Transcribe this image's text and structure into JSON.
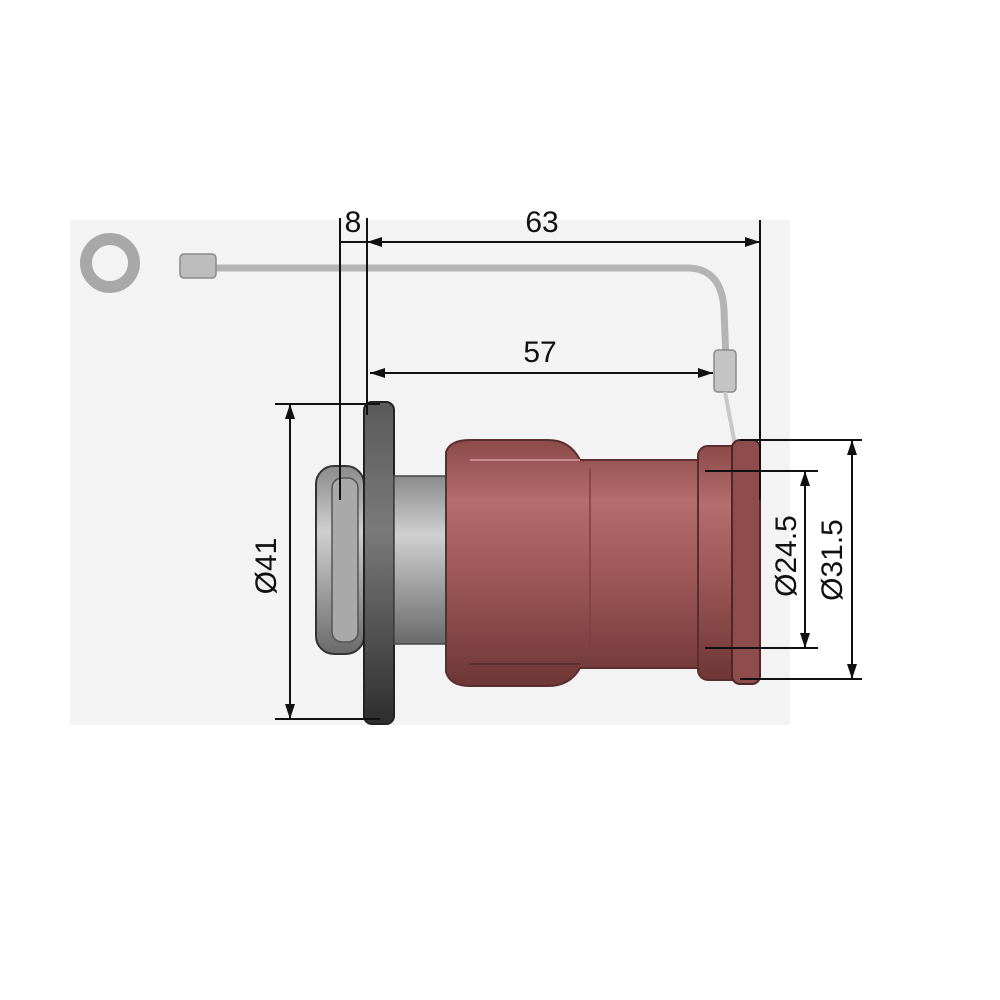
{
  "dimensions": {
    "flange_thickness": "8",
    "overall_length": "63",
    "body_length": "57",
    "flange_diameter": "Ø41",
    "inner_diameter": "Ø24.5",
    "outer_diameter": "Ø31.5"
  },
  "colors": {
    "body": "#a35a5a",
    "flange": "#4a4a4a",
    "stem": "#9a9a9a",
    "cord": "#b0b0b0",
    "dimension": "#111111"
  }
}
